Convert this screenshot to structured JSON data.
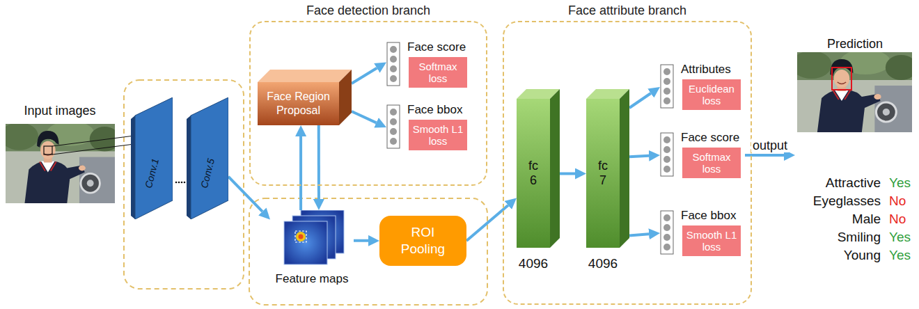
{
  "diagram": {
    "nodes": [
      {
        "text": [
          "Input images"
        ]
      },
      {
        "text": [
          "Conv.1"
        ]
      },
      {
        "text": [
          "Conv.5"
        ]
      },
      {
        "text": [
          "Face detection branch"
        ]
      },
      {
        "text": [
          "Face Region Proposal"
        ],
        "in": 3
      },
      {
        "text": [
          "Face score",
          "Softmax loss"
        ],
        "in": 3
      },
      {
        "text": [
          "Face bbox",
          "Smooth L1 loss"
        ],
        "in": 3
      },
      {
        "text": [
          "Feature maps"
        ]
      },
      {
        "text": [
          "ROI Pooling"
        ]
      },
      {
        "text": [
          "Face attribute branch"
        ]
      },
      {
        "text": [
          "fc 6",
          "4096"
        ],
        "in": 9
      },
      {
        "text": [
          "fc 7",
          "4096"
        ],
        "in": 9
      },
      {
        "text": [
          "Attributes",
          "Euclidean loss"
        ],
        "in": 9
      },
      {
        "text": [
          "Face score",
          "Softmax loss"
        ],
        "in": 9
      },
      {
        "text": [
          "Face bbox",
          "Smooth L1 loss"
        ],
        "in": 9
      },
      {
        "text": [
          "Prediction"
        ]
      }
    ],
    "edges": [
      {
        "from": 2,
        "to": 7,
        "arrow": "to"
      },
      {
        "from": 7,
        "to": 4,
        "arrow": "to"
      },
      {
        "from": 4,
        "to": 7,
        "arrow": "to"
      },
      {
        "from": 4,
        "to": 5,
        "arrow": "to"
      },
      {
        "from": 4,
        "to": 6,
        "arrow": "to"
      },
      {
        "from": 7,
        "to": 8,
        "arrow": "to"
      },
      {
        "from": 8,
        "to": 10,
        "arrow": "to"
      },
      {
        "from": 10,
        "to": 11,
        "arrow": "to"
      },
      {
        "from": 11,
        "to": 12,
        "arrow": "to"
      },
      {
        "from": 11,
        "to": 13,
        "arrow": "to"
      },
      {
        "from": 11,
        "to": 14,
        "arrow": "to"
      },
      {
        "from": 13,
        "to": 15,
        "label": "output",
        "arrow": "to"
      }
    ],
    "labels": [
      "Attractive",
      "Yes",
      "Eyeglasses",
      "No",
      "Male",
      "No",
      "Smiling",
      "Yes",
      "Young",
      "Yes"
    ]
  }
}
